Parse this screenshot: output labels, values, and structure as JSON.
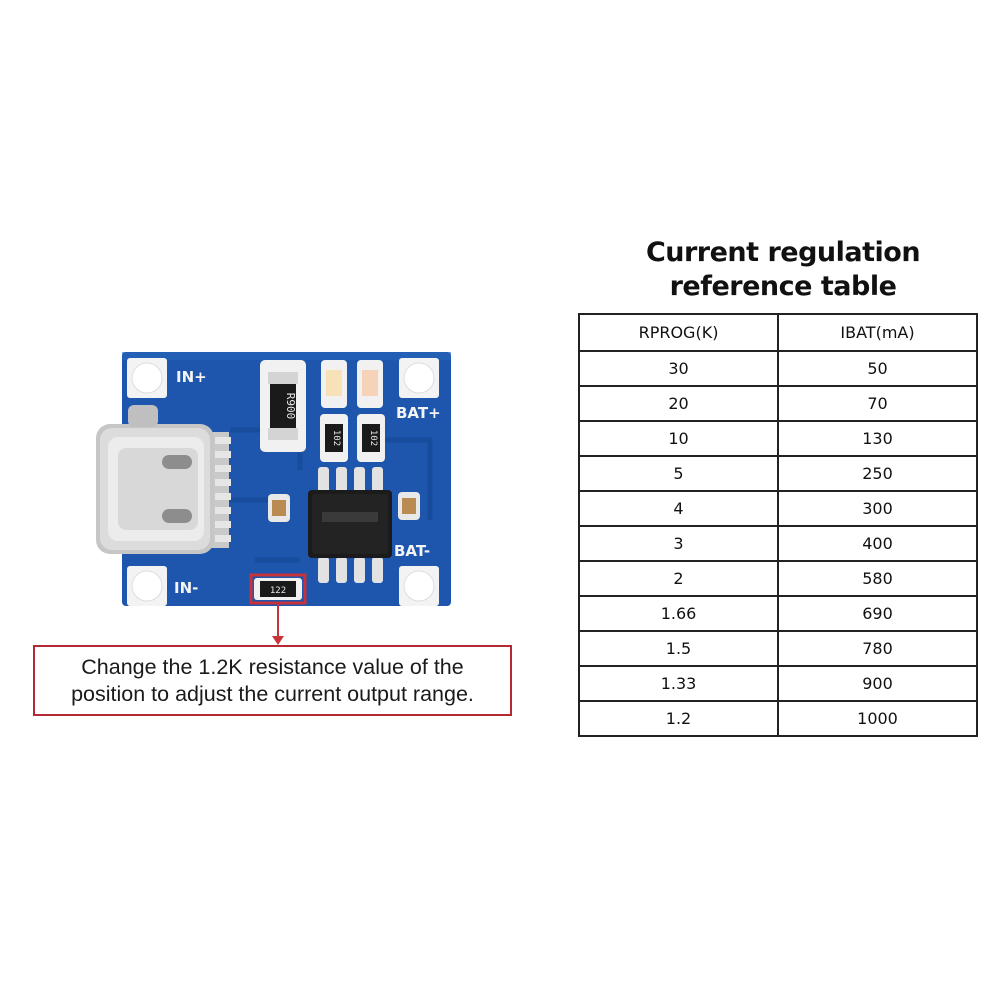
{
  "board": {
    "labels": {
      "in_plus": "IN+",
      "in_minus": "IN-",
      "bat_plus": "BAT+",
      "bat_minus": "BAT-"
    },
    "resistor_big_marking": "R900",
    "resistor_small_a_marking": "102",
    "resistor_small_b_marking": "102",
    "prog_resistor_marking": "122",
    "colors": {
      "pcb": "#1b53a8",
      "pad": "#f2f2f2",
      "highlight": "#c8323a"
    }
  },
  "callout": {
    "text": "Change the 1.2K resistance value of the position to adjust the current output range."
  },
  "table": {
    "title": "Current regulation reference table",
    "headers": [
      "RPROG(K)",
      "IBAT(mA)"
    ],
    "rows": [
      [
        "30",
        "50"
      ],
      [
        "20",
        "70"
      ],
      [
        "10",
        "130"
      ],
      [
        "5",
        "250"
      ],
      [
        "4",
        "300"
      ],
      [
        "3",
        "400"
      ],
      [
        "2",
        "580"
      ],
      [
        "1.66",
        "690"
      ],
      [
        "1.5",
        "780"
      ],
      [
        "1.33",
        "900"
      ],
      [
        "1.2",
        "1000"
      ]
    ]
  }
}
